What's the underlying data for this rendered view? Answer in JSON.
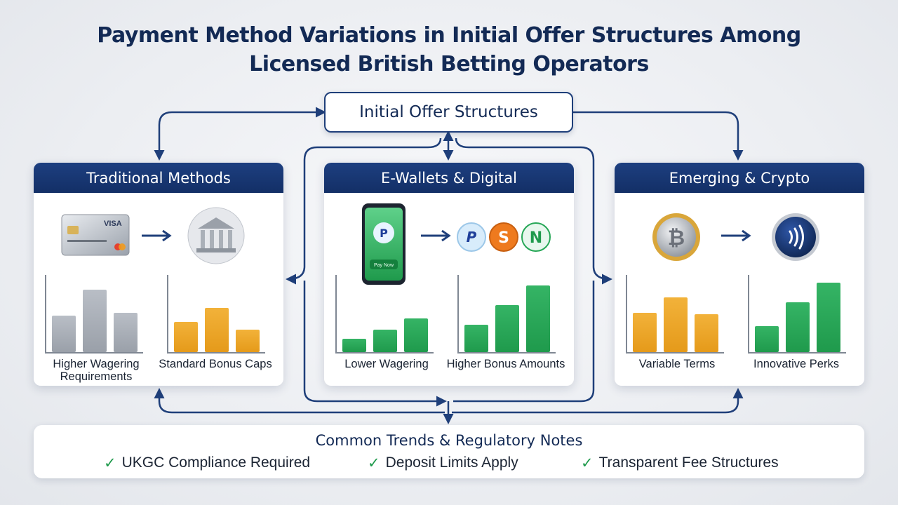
{
  "title": {
    "line1": "Payment Method Variations in Initial Offer Structures Among",
    "line2": "Licensed British Betting Operators"
  },
  "top_node": {
    "label": "Initial Offer Structures"
  },
  "panels": [
    {
      "title": "Traditional Methods",
      "icons": [
        "credit-card-icon",
        "bank-icon"
      ],
      "card_brand": "VISA",
      "charts": [
        {
          "label": "Higher Wagering Requirements",
          "color": "#a9aeb6",
          "values": [
            0.48,
            0.82,
            0.52
          ]
        },
        {
          "label": "Standard Bonus Caps",
          "color": "#eaa527",
          "values": [
            0.4,
            0.58,
            0.3
          ]
        }
      ]
    },
    {
      "title": "E-Wallets & Digital",
      "icons": [
        "smartphone-icon",
        "paypal-icon",
        "skrill-icon",
        "neteller-icon"
      ],
      "phone_button": "Pay Now",
      "wallet_letters": [
        "P",
        "S",
        "N"
      ],
      "charts": [
        {
          "label": "Lower Wagering",
          "color": "#27a757",
          "values": [
            0.18,
            0.3,
            0.44
          ]
        },
        {
          "label": "Higher Bonus Amounts",
          "color": "#27a757",
          "values": [
            0.36,
            0.62,
            0.88
          ]
        }
      ]
    },
    {
      "title": "Emerging & Crypto",
      "icons": [
        "bitcoin-icon",
        "contactless-icon"
      ],
      "charts": [
        {
          "label": "Variable Terms",
          "color": "#eaa527",
          "values": [
            0.52,
            0.72,
            0.5
          ]
        },
        {
          "label": "Innovative Perks",
          "color": "#27a757",
          "values": [
            0.34,
            0.66,
            0.92
          ]
        }
      ]
    }
  ],
  "bottom": {
    "title": "Common Trends & Regulatory Notes",
    "notes": [
      "UKGC Compliance Required",
      "Deposit Limits Apply",
      "Transparent Fee Structures"
    ]
  },
  "colors": {
    "navy": "#132a55",
    "connector": "#1f3f7a",
    "check": "#1f9a4c"
  }
}
